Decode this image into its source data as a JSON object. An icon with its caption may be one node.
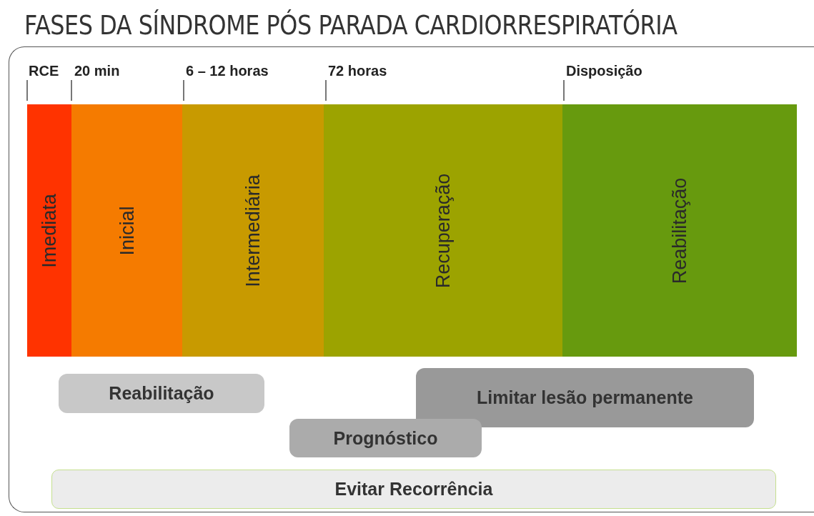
{
  "diagram": {
    "title": "FASES DA SÍNDROME PÓS PARADA CARDIORRESPIRATÓRIA",
    "nodes": [
      {
        "text": [
          "Imediata"
        ]
      },
      {
        "text": [
          "Inicial"
        ]
      },
      {
        "text": [
          "Intermediária"
        ]
      },
      {
        "text": [
          "Recuperação"
        ]
      },
      {
        "text": [
          "Reabilitação"
        ]
      },
      {
        "text": [
          "Reabilitação"
        ]
      },
      {
        "text": [
          "Limitar lesão permanente"
        ]
      },
      {
        "text": [
          "Prognóstico"
        ]
      },
      {
        "text": [
          "Evitar Recorrência"
        ]
      }
    ],
    "edges": [],
    "labels": [
      "RCE",
      "20 min",
      "6 – 12 horas",
      "72 horas",
      "Disposição"
    ]
  }
}
